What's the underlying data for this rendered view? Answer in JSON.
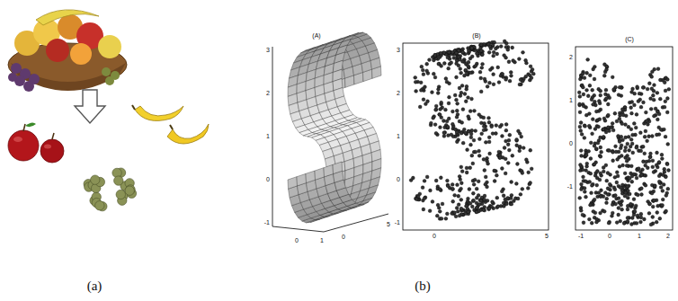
{
  "diagram": {
    "labels": [
      "(a)",
      "(b)",
      "(A)",
      "(B)",
      "(C)",
      "3",
      "2",
      "1",
      "0",
      "-1",
      "0",
      "1",
      "0",
      "5",
      "3",
      "2",
      "1",
      "0",
      "-1",
      "0",
      "5",
      "2",
      "1",
      "0",
      "-1",
      "-1",
      "0",
      "1",
      "2"
    ]
  }
}
